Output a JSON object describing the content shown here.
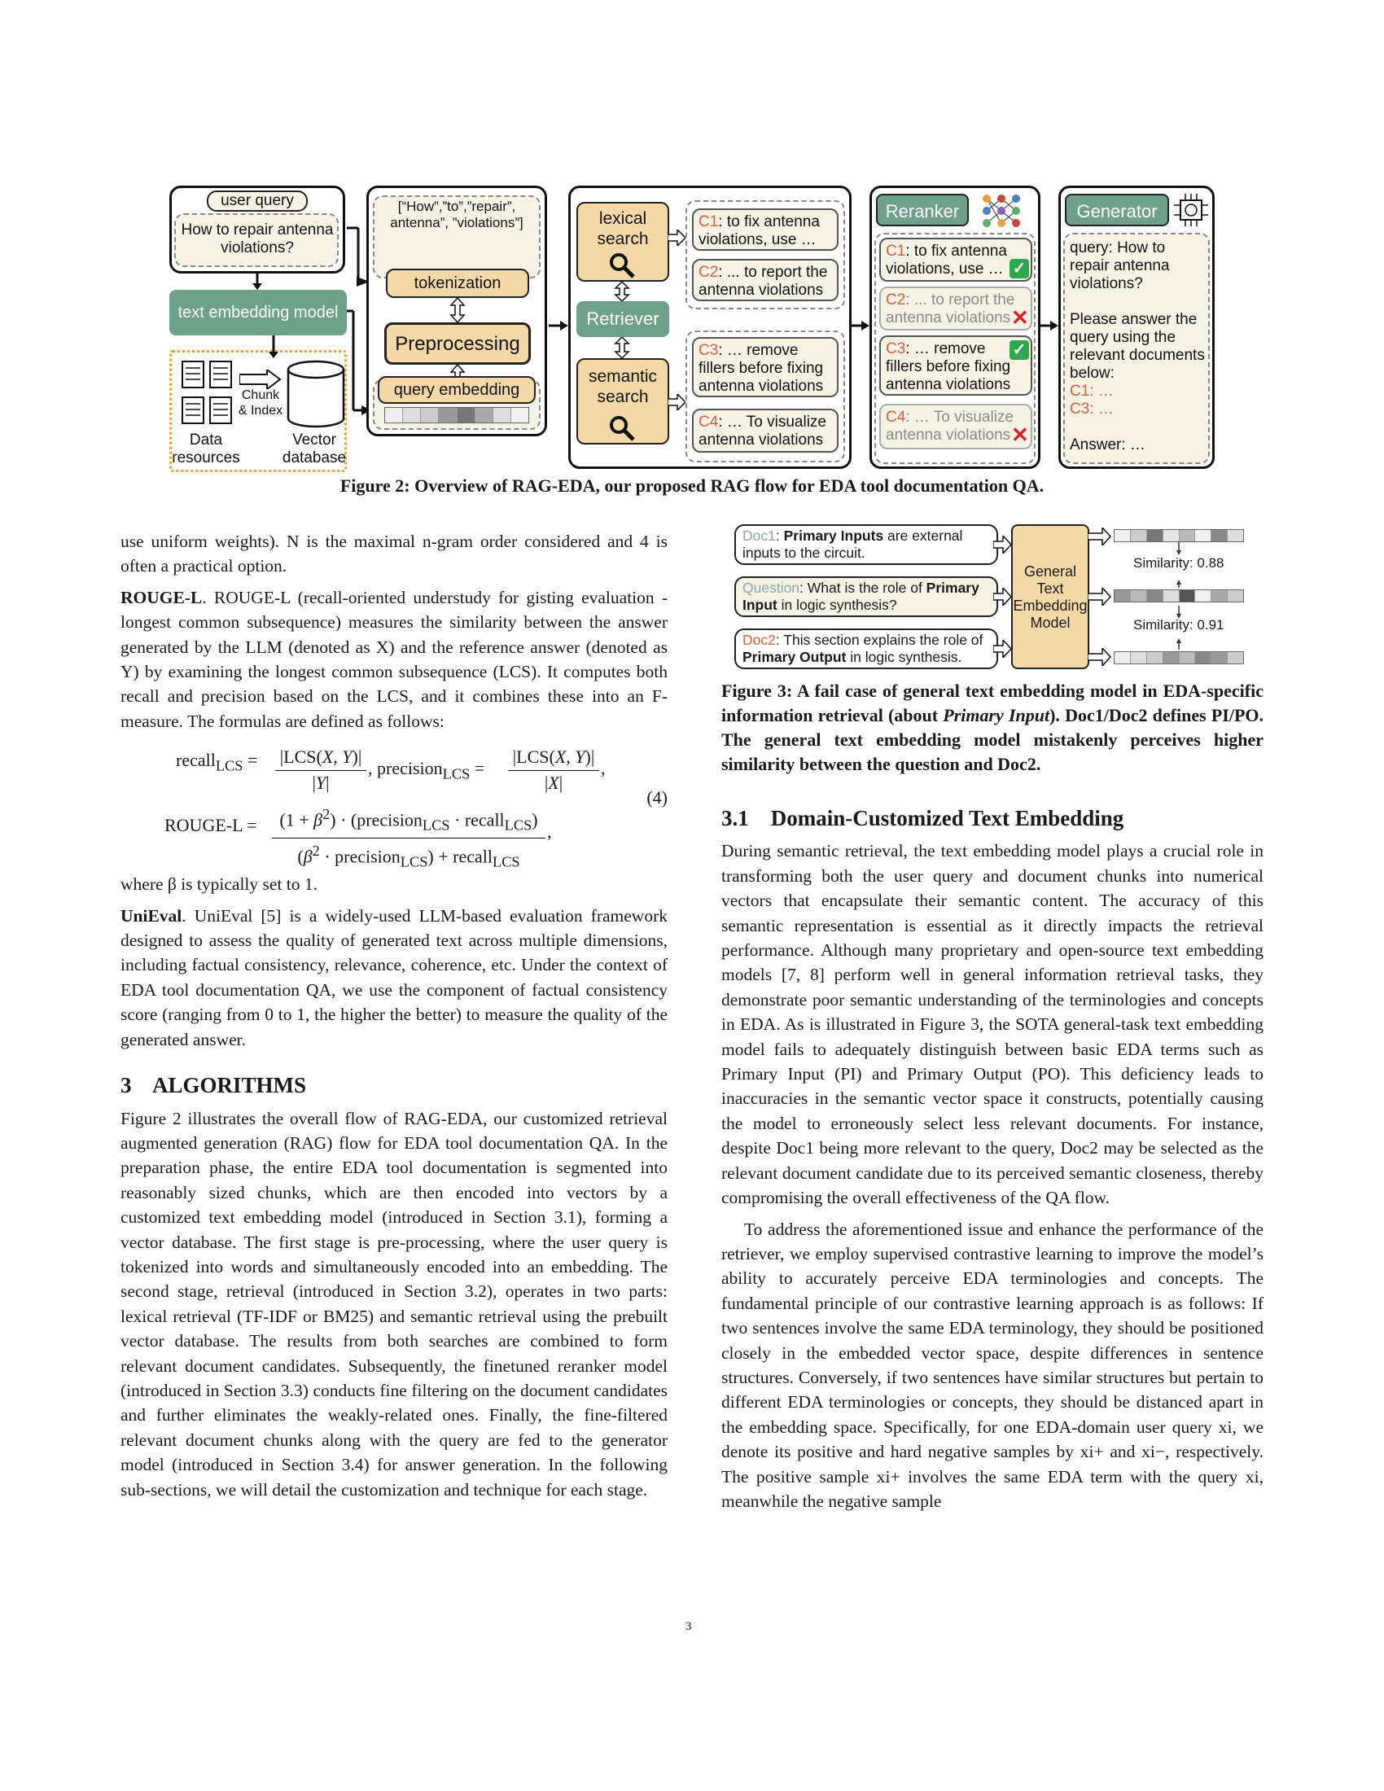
{
  "figure2": {
    "user_query_label": "user query",
    "user_query_text": "How to repair antenna violations?",
    "text_embedding_model": "text embedding model",
    "data_resources": "Data resources",
    "chunk_index": "Chunk & Index",
    "vector_database": "Vector database",
    "tokens": "[“How”,”to”,”repair”, antenna”, ”violations”]",
    "tokenization": "tokenization",
    "preprocessing": "Preprocessing",
    "query_embedding": "query embedding",
    "lexical_search": "lexical search",
    "retriever": "Retriever",
    "semantic_search": "semantic search",
    "candidates": [
      {
        "id": "C1",
        "text": ": to fix antenna violations, use …"
      },
      {
        "id": "C2",
        "text": ": ... to report the antenna violations"
      },
      {
        "id": "C3",
        "text": ": … remove fillers before fixing antenna  violations"
      },
      {
        "id": "C4",
        "text": ": … To visualize antenna violations"
      }
    ],
    "reranker": "Reranker",
    "reranked": [
      {
        "id": "C1",
        "text": ": to fix antenna violations, use …",
        "keep": true
      },
      {
        "id": "C2",
        "text": ": ... to report the antenna violations",
        "keep": false
      },
      {
        "id": "C3",
        "text": ": … remove fillers before fixing antenna  violations",
        "keep": true
      },
      {
        "id": "C4",
        "text": ": … To visualize antenna violations",
        "keep": false
      }
    ],
    "generator": "Generator",
    "generator_prompt": {
      "query": "query: How to repair antenna violations?",
      "instruction": "Please answer the query using the relevant documents below:",
      "c1": "C1: …",
      "c3": "C3: …",
      "answer": "Answer: …"
    },
    "caption": "Figure 2: Overview of RAG-EDA, our proposed RAG flow for EDA tool documentation QA."
  },
  "figure3": {
    "doc1_label": "Doc1",
    "doc1_bold": "Primary Inputs",
    "doc1_rest": " are external inputs to the circuit.",
    "question_label": "Question",
    "question_pre": ": What is the role of ",
    "question_bold": "Primary Input",
    "question_post": " in logic synthesis?",
    "doc2_label": "Doc2",
    "doc2_pre": ": This section explains the role of ",
    "doc2_bold": "Primary Output",
    "doc2_post": " in logic synthesis.",
    "model": "General Text Embedding Model",
    "similarity_1": "Similarity: 0.88",
    "similarity_2": "Similarity: 0.91",
    "caption_pre": "Figure 3: A fail case of general text embedding model in EDA-specific information retrieval (about ",
    "caption_em": "Primary Input",
    "caption_post": "). Doc1/Doc2 defines PI/PO. The general text embedding model mistakenly perceives higher similarity between the question and Doc2."
  },
  "left_column": {
    "p_cont": "use uniform weights). N is the maximal n-gram order considered and 4 is often a practical option.",
    "rouge_head": "ROUGE-L",
    "rouge_body": ". ROUGE-L (recall-oriented understudy for gisting evaluation - longest common subsequence) measures the similarity between the answer generated by the LLM (denoted as X) and the reference answer (denoted as Y) by examining the longest common subsequence (LCS). It computes both recall and precision based on the LCS, and it combines these into an F-measure. The formulas are defined as follows:",
    "eq_number": "(4)",
    "where": "where β is typically set to 1.",
    "unieval_head": "UniEval",
    "unieval_body": ". UniEval [5] is a widely-used LLM-based evaluation framework designed to assess the quality of generated text across multiple dimensions, including factual consistency, relevance, coherence, etc. Under the context of EDA tool documentation QA, we use the component of factual consistency score (ranging from 0 to 1, the higher the better) to measure the quality of the generated answer.",
    "section3_title": "3    ALGORITHMS",
    "section3_body": "Figure 2 illustrates the overall flow of RAG-EDA, our customized retrieval augmented generation (RAG) flow for EDA tool documentation QA. In the preparation phase, the entire EDA tool documentation is segmented into reasonably sized chunks, which are then encoded into vectors by a customized text embedding model (introduced in Section 3.1), forming a vector database. The first stage is pre-processing, where the user query is tokenized into words and simultaneously encoded into an embedding. The second stage, retrieval (introduced in Section 3.2), operates in two parts: lexical retrieval (TF-IDF or BM25) and semantic retrieval using the prebuilt vector database. The results from both searches are combined to form relevant document candidates. Subsequently, the finetuned reranker model (introduced in Section 3.3) conducts fine filtering on the document candidates and further eliminates the weakly-related ones. Finally, the fine-filtered relevant document chunks along with the query are fed to the generator model (introduced in Section 3.4) for answer generation. In the following sub-sections, we will detail the customization and technique for each stage."
  },
  "right_column": {
    "section31_title": "3.1    Domain-Customized Text Embedding",
    "p1": "During semantic retrieval, the text embedding model plays a crucial role in transforming both the user query and document chunks into numerical vectors that encapsulate their semantic content. The accuracy of this semantic representation is essential as it directly impacts the retrieval performance. Although many proprietary and open-source text embedding models [7, 8] perform well in general information retrieval tasks, they demonstrate poor semantic understanding of the terminologies and concepts in EDA. As is illustrated in Figure 3, the SOTA general-task text embedding model fails to adequately distinguish between basic EDA terms such as Primary Input (PI) and Primary Output (PO). This deficiency leads to inaccuracies in the semantic vector space it constructs, potentially causing the model to erroneously select less relevant documents. For instance, despite Doc1 being more relevant to the query, Doc2 may be selected as the relevant document candidate due to its perceived semantic closeness, thereby compromising the overall effectiveness of the QA flow.",
    "p2": "To address the aforementioned issue and enhance the performance of the retriever, we employ supervised contrastive learning to improve the model’s ability to accurately perceive EDA terminologies and concepts. The fundamental principle of our contrastive learning approach is as follows: If two sentences involve the same EDA terminology, they should be positioned closely in the embedded vector space, despite differences in sentence structures. Conversely, if two sentences have similar structures but pertain to different EDA terminologies or concepts, they should be distanced apart in the embedding space. Specifically, for one EDA-domain user query xi, we denote its positive and hard negative samples by xi+ and xi−, respectively. The positive sample xi+ involves the same EDA term with the query xi, meanwhile the negative sample"
  },
  "page_number": "3",
  "colors": {
    "accent_yellow": "#f4d9a6",
    "accent_green": "#6fa08a",
    "highlight_red": "#d9603a",
    "link_blue": "#2c3fb0"
  }
}
